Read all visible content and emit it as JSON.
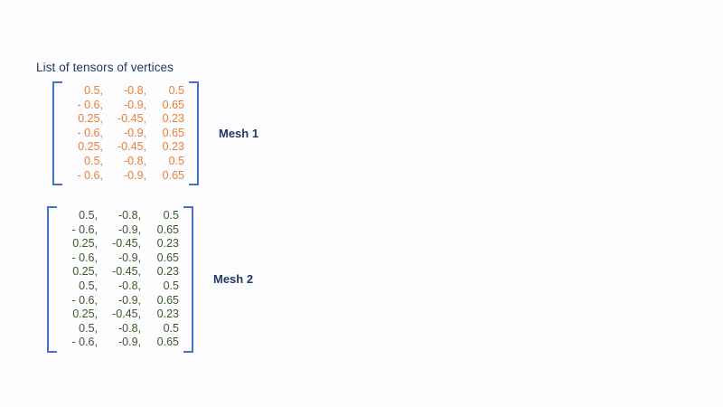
{
  "slide": {
    "title": "List of tensors of vertices",
    "background_color": "#fdfdff"
  },
  "colors": {
    "title_navy": "#1f3864",
    "bracket_blue": "#4472c4",
    "mesh1_orange": "#ed7d31",
    "mesh2_green": "#3a5a25",
    "label_navy": "#1f3864"
  },
  "tensors": [
    {
      "label": "Mesh 1",
      "text_color": "#ed7d31",
      "bracket_color": "#4472c4",
      "row_count": 7,
      "column_count": 3,
      "rows": [
        [
          "0.5,",
          "-0.8,",
          "0.5"
        ],
        [
          "- 0.6,",
          "-0.9,",
          "0.65"
        ],
        [
          "0.25,",
          "-0.45,",
          "0.23"
        ],
        [
          "- 0.6,",
          "-0.9,",
          "0.65"
        ],
        [
          "0.25,",
          "-0.45,",
          "0.23"
        ],
        [
          "0.5,",
          "-0.8,",
          "0.5"
        ],
        [
          "- 0.6,",
          "-0.9,",
          "0.65"
        ]
      ]
    },
    {
      "label": "Mesh 2",
      "text_color": "#3a5a25",
      "bracket_color": "#4472c4",
      "row_count": 10,
      "column_count": 3,
      "rows": [
        [
          "0.5,",
          "-0.8,",
          "0.5"
        ],
        [
          "- 0.6,",
          "-0.9,",
          "0.65"
        ],
        [
          "0.25,",
          "-0.45,",
          "0.23"
        ],
        [
          "- 0.6,",
          "-0.9,",
          "0.65"
        ],
        [
          "0.25,",
          "-0.45,",
          "0.23"
        ],
        [
          "0.5,",
          "-0.8,",
          "0.5"
        ],
        [
          "- 0.6,",
          "-0.9,",
          "0.65"
        ],
        [
          "0.25,",
          "-0.45,",
          "0.23"
        ],
        [
          "0.5,",
          "-0.8,",
          "0.5"
        ],
        [
          "- 0.6,",
          "-0.9,",
          "0.65"
        ]
      ]
    }
  ]
}
